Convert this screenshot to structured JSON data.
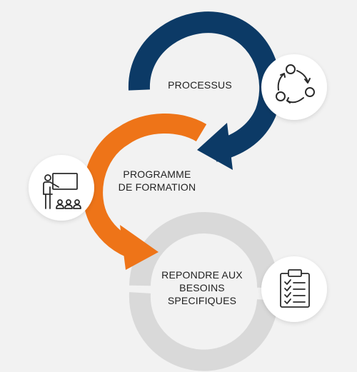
{
  "colors": {
    "background": "#f2f2f2",
    "processus": "#0c3a66",
    "programme": "#ee7418",
    "repondre": "#d9d9d9",
    "icon_circle": "#ffffff",
    "icon_stroke": "#2b2b2b",
    "text": "#1f1f1f"
  },
  "steps": [
    {
      "lines": [
        "PROCESSUS"
      ],
      "icon": "cycle-arrows-icon"
    },
    {
      "lines": [
        "PROGRAMME",
        "DE FORMATION"
      ],
      "icon": "teacher-presentation-icon"
    },
    {
      "lines": [
        "REPONDRE AUX",
        "BESOINS",
        "SPECIFIQUES"
      ],
      "icon": "clipboard-checklist-icon"
    }
  ]
}
